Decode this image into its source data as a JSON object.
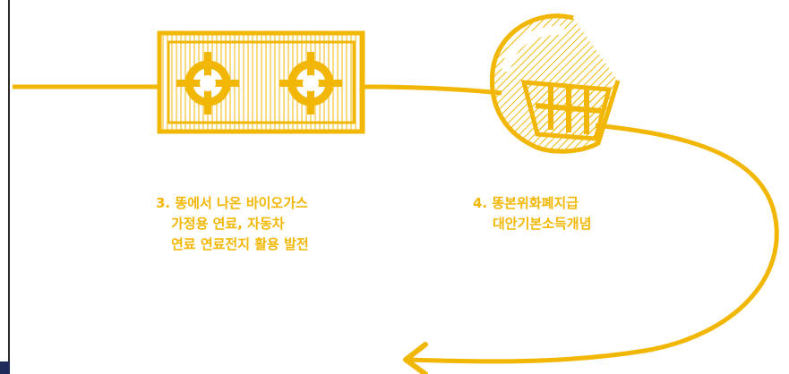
{
  "colors": {
    "accent": "#f2b705",
    "frame": "#2a2a2a",
    "tab": "#1e2a5a"
  },
  "icons": {
    "biogas_panel": "generator-panel-icon",
    "logo": "ddong-logo-icon"
  },
  "steps": [
    {
      "number": "3.",
      "lines": [
        "똥에서 나온 바이오가스",
        "가정용 연료, 자동차",
        "연료 연료전지 활용 발전"
      ]
    },
    {
      "number": "4.",
      "lines": [
        "똥본위화폐지급",
        "대안기본소득개념"
      ]
    }
  ]
}
